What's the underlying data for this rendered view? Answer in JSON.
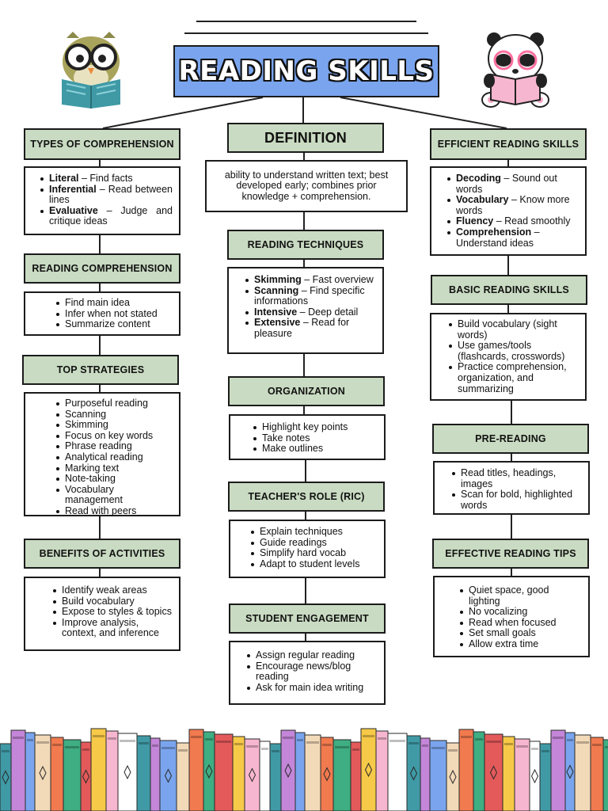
{
  "title": "READING SKILLS",
  "left": {
    "types": {
      "heading": "TYPES OF COMPREHENSION",
      "items": [
        {
          "term": "Literal",
          "desc": " – Find facts"
        },
        {
          "term": "Inferential",
          "desc": " – Read between lines"
        },
        {
          "term": "Evaluative",
          "desc": " – Judge and critique ideas"
        }
      ]
    },
    "reading_comprehension": {
      "heading": "READING COMPREHENSION",
      "items": [
        "Find main idea",
        "Infer when not stated",
        "Summarize content"
      ]
    },
    "top_strategies": {
      "heading": "TOP STRATEGIES",
      "items": [
        "Purposeful reading",
        "Scanning",
        "Skimming",
        "Focus on key words",
        "Phrase reading",
        "Analytical reading",
        "Marking text",
        "Note-taking",
        "Vocabulary management",
        "Read with peers"
      ]
    },
    "benefits": {
      "heading": "BENEFITS OF ACTIVITIES",
      "items": [
        "Identify weak areas",
        "Build vocabulary",
        "Expose to styles & topics",
        "Improve analysis, context, and inference"
      ]
    }
  },
  "center": {
    "definition": {
      "heading": "DEFINITION",
      "text": "ability to understand written text; best developed early; combines prior knowledge + comprehension."
    },
    "techniques": {
      "heading": "READING TECHNIQUES",
      "items": [
        {
          "term": "Skimming",
          "desc": " – Fast overview"
        },
        {
          "term": "Scanning",
          "desc": " – Find specific informations"
        },
        {
          "term": "Intensive",
          "desc": " – Deep detail"
        },
        {
          "term": "Extensive",
          "desc": " – Read for pleasure"
        }
      ]
    },
    "organization": {
      "heading": "ORGANIZATION",
      "items": [
        "Highlight key points",
        "Take notes",
        "Make outlines"
      ]
    },
    "teachers_role": {
      "heading": "TEACHER'S ROLE (RIC)",
      "items": [
        "Explain techniques",
        "Guide readings",
        "Simplify hard vocab",
        "Adapt to student levels"
      ]
    },
    "engagement": {
      "heading": "STUDENT ENGAGEMENT",
      "items": [
        "Assign regular reading",
        "Encourage news/blog reading",
        "Ask for main idea writing"
      ]
    }
  },
  "right": {
    "efficient": {
      "heading": "EFFICIENT READING SKILLS",
      "items": [
        {
          "term": "Decoding",
          "desc": " – Sound out words"
        },
        {
          "term": "Vocabulary",
          "desc": " – Know more words"
        },
        {
          "term": "Fluency",
          "desc": " – Read smoothly"
        },
        {
          "term": "Comprehension",
          "desc": " – Understand ideas"
        }
      ]
    },
    "basic": {
      "heading": "BASIC READING SKILLS",
      "items": [
        "Build vocabulary (sight words)",
        "Use games/tools (flashcards, crosswords)",
        "Practice comprehension, organization, and summarizing"
      ]
    },
    "pre_reading": {
      "heading": "PRE-READING",
      "items": [
        "Read titles, headings, images",
        "Scan for bold, highlighted words"
      ]
    },
    "tips": {
      "heading": "EFFECTIVE READING TIPS",
      "items": [
        "Quiet space, good lighting",
        "No vocalizing",
        "Read when focused",
        "Set small goals",
        "Allow extra time"
      ]
    }
  },
  "colors": {
    "title_fill": "#7aa5ee",
    "heading_fill": "#c9dbc2",
    "border": "#1b1b1b"
  },
  "illustrations": [
    "owl-reading-book",
    "panda-reading-book",
    "bookshelf"
  ]
}
